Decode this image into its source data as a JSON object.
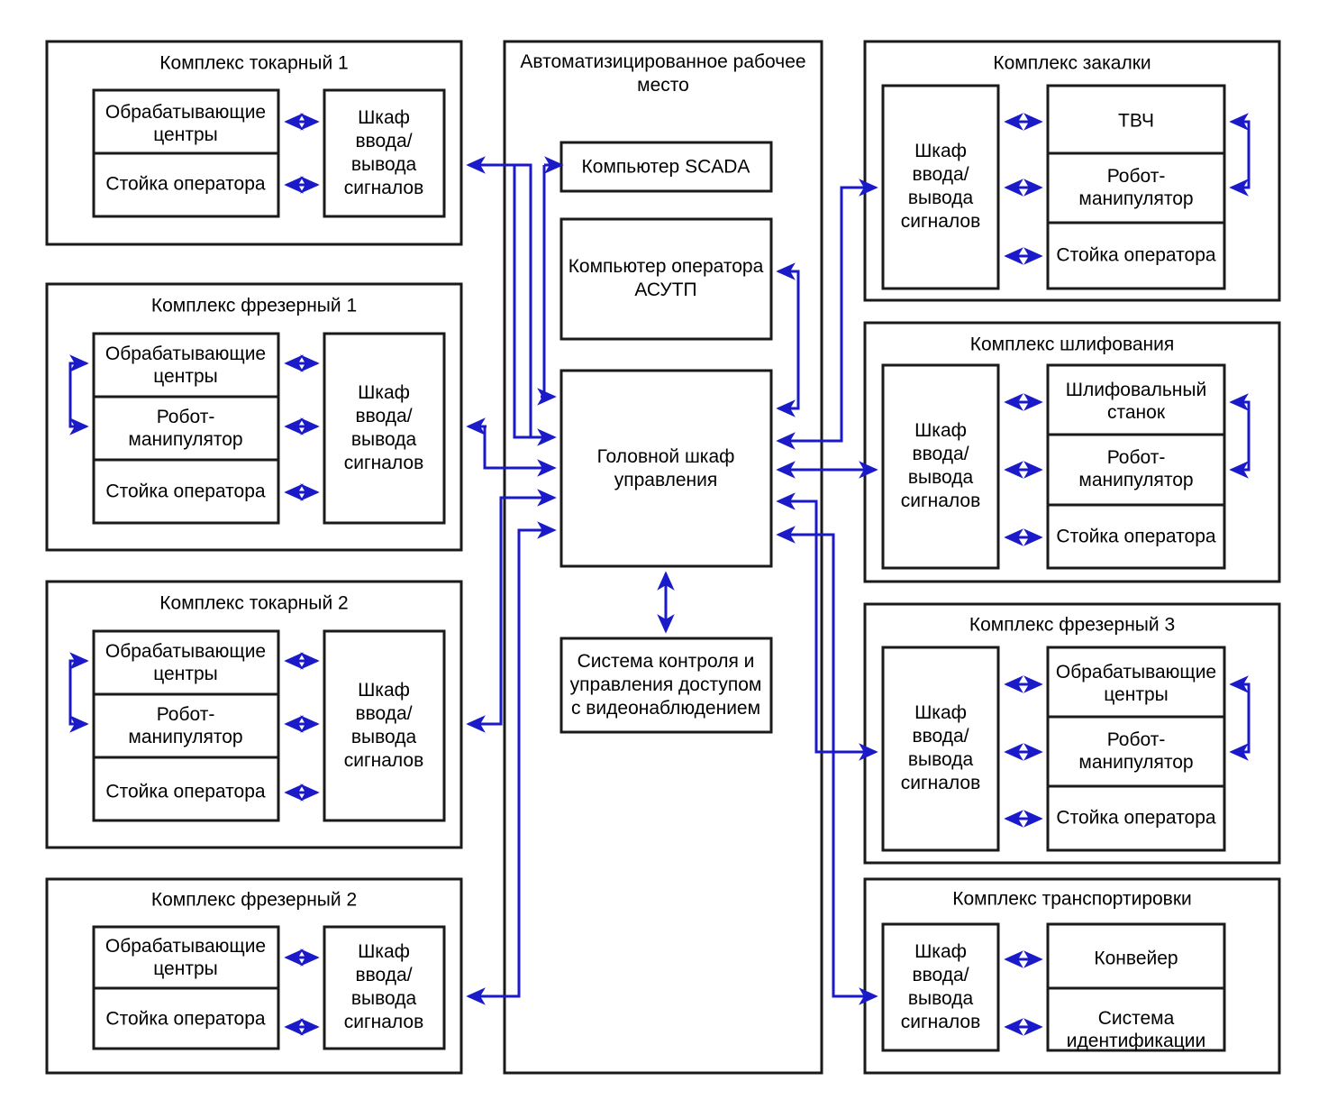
{
  "diagram": {
    "title": "Structural diagram of automated machining shop control system",
    "accent_color": "#1a1ac8",
    "line_color": "#1a1a1a",
    "background": "#ffffff",
    "common_labels": {
      "io_cabinet": "Шкаф\nввода/\nвывода\nсигналов",
      "machining_centers": "Обрабатывающие\nцентры",
      "operator_console": "Стойка оператора",
      "robot_manipulator": "Робот-\nманипулятор"
    },
    "groups": [
      {
        "id": "lathe-1",
        "title": "Комплекс токарный 1",
        "side": "left",
        "units": [
          "Обрабатывающие\nцентры",
          "Стойка оператора"
        ],
        "io_cabinet": "Шкаф\nввода/\nвывода\nсигналов",
        "has_internal_loop": false
      },
      {
        "id": "mill-1",
        "title": "Комплекс фрезерный 1",
        "side": "left",
        "units": [
          "Обрабатывающие\nцентры",
          "Робот-\nманипулятор",
          "Стойка оператора"
        ],
        "io_cabinet": "Шкаф\nввода/\nвывода\nсигналов",
        "has_internal_loop": true
      },
      {
        "id": "lathe-2",
        "title": "Комплекс токарный 2",
        "side": "left",
        "units": [
          "Обрабатывающие\nцентры",
          "Робот-\nманипулятор",
          "Стойка оператора"
        ],
        "io_cabinet": "Шкаф\nввода/\nвывода\nсигналов",
        "has_internal_loop": true
      },
      {
        "id": "mill-2",
        "title": "Комплекс фрезерный 2",
        "side": "left",
        "units": [
          "Обрабатывающие\nцентры",
          "Стойка оператора"
        ],
        "io_cabinet": "Шкаф\nввода/\nвывода\nсигналов",
        "has_internal_loop": false
      },
      {
        "id": "hardening",
        "title": "Комплекс закалки",
        "side": "right",
        "units": [
          "ТВЧ",
          "Робот-\nманипулятор",
          "Стойка оператора"
        ],
        "io_cabinet": "Шкаф\nввода/\nвывода\nсигналов",
        "has_internal_loop": true
      },
      {
        "id": "grinding",
        "title": "Комплекс шлифования",
        "side": "right",
        "units": [
          "Шлифовальный\nстанок",
          "Робот-\nманипулятор",
          "Стойка оператора"
        ],
        "io_cabinet": "Шкаф\nввода/\nвывода\nсигналов",
        "has_internal_loop": true
      },
      {
        "id": "mill-3",
        "title": "Комплекс фрезерный 3",
        "side": "right",
        "units": [
          "Обрабатывающие\nцентры",
          "Робот-\nманипулятор",
          "Стойка оператора"
        ],
        "io_cabinet": "Шкаф\nввода/\nвывода\nсигналов",
        "has_internal_loop": true
      },
      {
        "id": "transport",
        "title": "Комплекс транспортировки",
        "side": "right",
        "units": [
          "Конвейер",
          "Система\nидентификации"
        ],
        "io_cabinet": "Шкаф\nввода/\nвывода\nсигналов",
        "has_internal_loop": false
      }
    ],
    "workstation": {
      "id": "aws",
      "title": "Автоматизицированное рабочее\nместо",
      "nodes": [
        {
          "id": "scada",
          "label": "Компьютер SCADA"
        },
        {
          "id": "asutp",
          "label": "Компьютер оператора\nАСУТП"
        },
        {
          "id": "main-cabinet",
          "label": "Головной шкаф\nуправления"
        },
        {
          "id": "access-control",
          "label": "Система контроля и\nуправления доступом\nс видеонаблюдением"
        }
      ]
    }
  }
}
